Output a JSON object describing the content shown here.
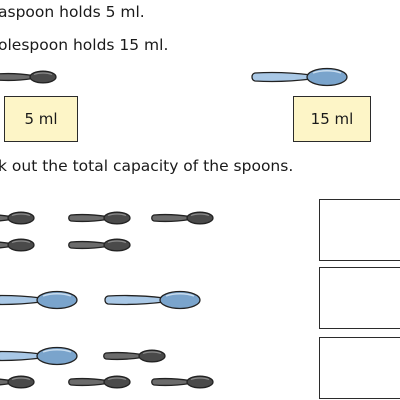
{
  "instructions": {
    "line1": "aspoon holds 5 ml.",
    "line2": "olespoon holds 15 ml.",
    "task": "k out the total capacity of the spoons."
  },
  "labels": {
    "teaspoon": "5 ml",
    "tablespoon": "15 ml"
  },
  "colors": {
    "teaspoon_fill": "#6b6b6b",
    "teaspoon_bowl": "#4a4a4a",
    "tablespoon_fill": "#a9c8e6",
    "tablespoon_bowl": "#7aa4cc",
    "label_bg": "#fdf5c7"
  }
}
